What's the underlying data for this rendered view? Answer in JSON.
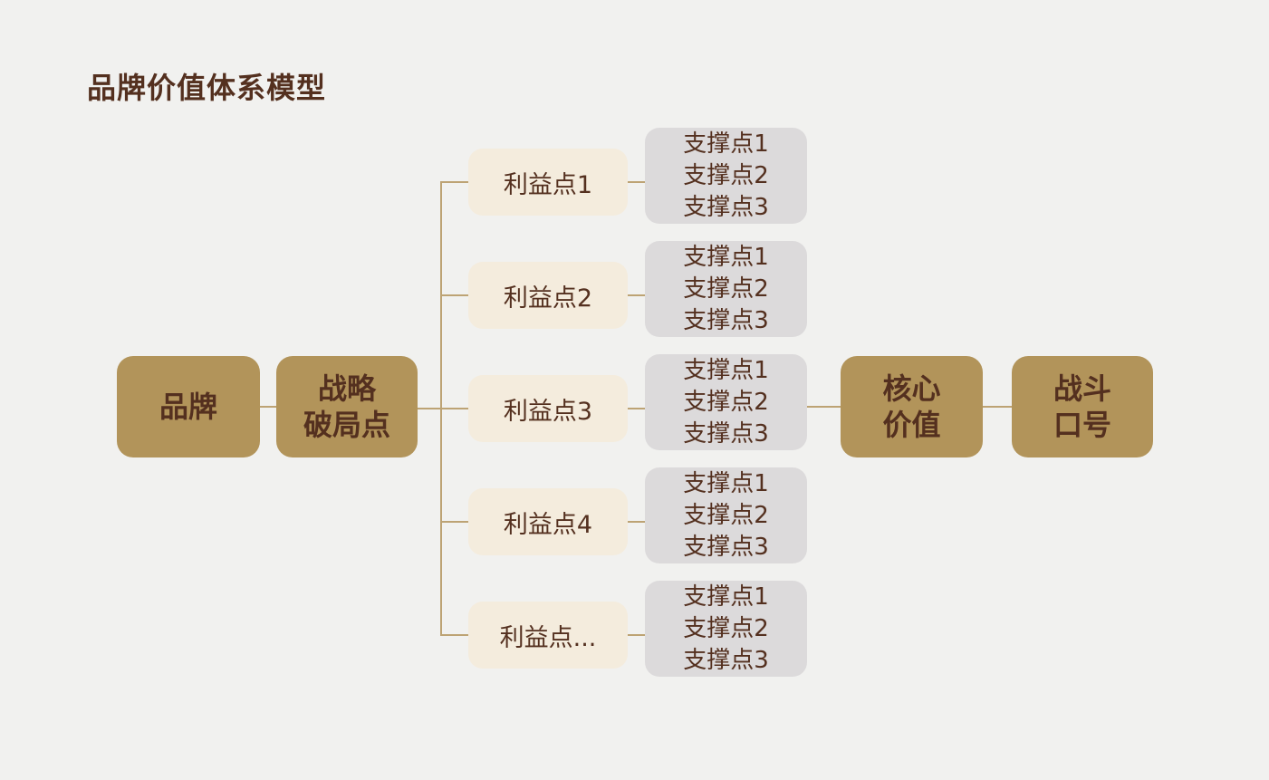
{
  "title": "品牌价值体系模型",
  "colors": {
    "background": "#f1f1ef",
    "gold": "#b2945a",
    "cream": "#f4ecdd",
    "gray": "#dcdadb",
    "text": "#54301f",
    "line": "#bda374"
  },
  "nodes": {
    "brand": {
      "label": "品牌"
    },
    "strategy": {
      "line1": "战略",
      "line2": "破局点"
    },
    "core": {
      "line1": "核心",
      "line2": "价值"
    },
    "slogan": {
      "line1": "战斗",
      "line2": "口号"
    }
  },
  "benefit_rows": [
    {
      "benefit": "利益点1",
      "supports": [
        "支撑点1",
        "支撑点2",
        "支撑点3"
      ]
    },
    {
      "benefit": "利益点2",
      "supports": [
        "支撑点1",
        "支撑点2",
        "支撑点3"
      ]
    },
    {
      "benefit": "利益点3",
      "supports": [
        "支撑点1",
        "支撑点2",
        "支撑点3"
      ]
    },
    {
      "benefit": "利益点4",
      "supports": [
        "支撑点1",
        "支撑点2",
        "支撑点3"
      ]
    },
    {
      "benefit": "利益点...",
      "supports": [
        "支撑点1",
        "支撑点2",
        "支撑点3"
      ]
    }
  ]
}
